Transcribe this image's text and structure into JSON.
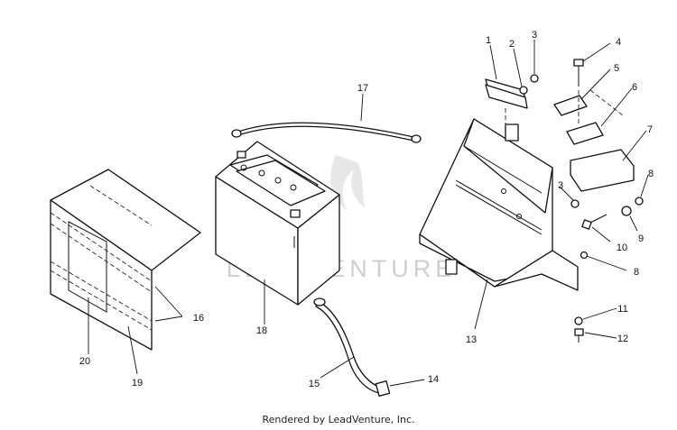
{
  "watermark": {
    "brand": "LEADVENTURE"
  },
  "footer": {
    "text": "Rendered by LeadVenture, Inc."
  },
  "callouts": [
    "1",
    "2",
    "3",
    "4",
    "5",
    "6",
    "7",
    "8",
    "9",
    "10",
    "11",
    "12",
    "13",
    "14",
    "15",
    "16",
    "17",
    "18",
    "19",
    "20"
  ],
  "callout_3b": "3",
  "callout_8b": "8"
}
